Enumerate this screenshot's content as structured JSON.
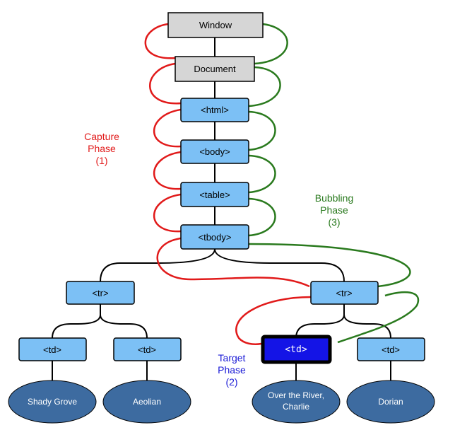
{
  "colors": {
    "capture": "#e11a1a",
    "bubbling": "#2a7a1e",
    "target": "#1a1ad6",
    "node_blue": "#7cc0f5",
    "node_gray": "#d6d6d6",
    "leaf": "#3d6ba0",
    "target_fill": "#1414e6"
  },
  "nodes": {
    "window": "Window",
    "document": "Document",
    "html": "<html>",
    "body": "<body>",
    "table": "<table>",
    "tbody": "<tbody>",
    "tr_left": "<tr>",
    "tr_right": "<tr>",
    "td_1": "<td>",
    "td_2": "<td>",
    "td_target": "<td>",
    "td_4": "<td>"
  },
  "leaves": {
    "leaf_1": "Shady Grove",
    "leaf_2": "Aeolian",
    "leaf_3_line1": "Over the River,",
    "leaf_3_line2": "Charlie",
    "leaf_4": "Dorian"
  },
  "phases": {
    "capture_line1": "Capture",
    "capture_line2": "Phase",
    "capture_line3": "(1)",
    "bubbling_line1": "Bubbling",
    "bubbling_line2": "Phase",
    "bubbling_line3": "(3)",
    "target_line1": "Target",
    "target_line2": "Phase",
    "target_line3": "(2)"
  }
}
